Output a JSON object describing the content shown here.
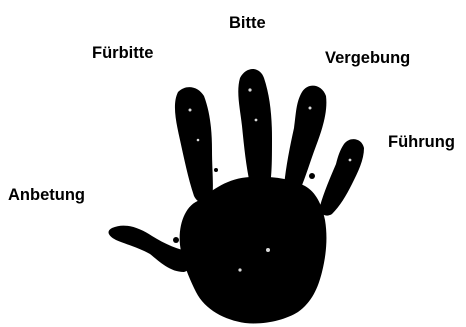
{
  "labels": {
    "thumb": "Anbetung",
    "index": "Fürbitte",
    "middle": "Bitte",
    "ring": "Vergebung",
    "pinky": "Führung"
  },
  "colors": {
    "ink": "#000000",
    "background": "#ffffff"
  },
  "figure": {
    "icon": "handprint-icon"
  }
}
